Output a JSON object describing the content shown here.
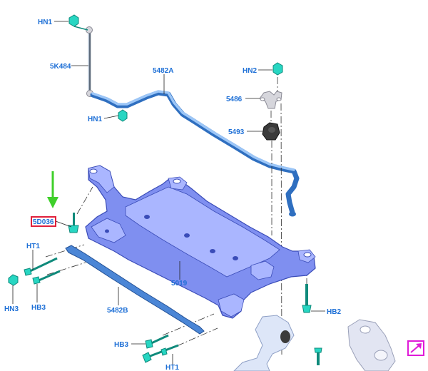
{
  "labels": {
    "hn1_top": "HN1",
    "p5k484": "5K484",
    "hn1_mid": "HN1",
    "p5482a": "5482A",
    "hn2": "HN2",
    "p5486": "5486",
    "p5493": "5493",
    "p5d036": "5D036",
    "ht1_left": "HT1",
    "hn3": "HN3",
    "hb3_left": "HB3",
    "p5019": "5019",
    "p5482b": "5482B",
    "hb2": "HB2",
    "hb3_bottom": "HB3",
    "ht1_bottom": "HT1"
  },
  "colors": {
    "label_text": "#1d6fd6",
    "highlight_box": "#e0203a",
    "arrow": "#3fcf2a",
    "corner_icon": "#e01ad8",
    "subframe": "#7f8ff0",
    "stabilizer_bar": "#2f6fc0",
    "fasteners": "#27d6c2"
  },
  "icons": {
    "highlight_arrow": "down-arrow-icon",
    "corner_link": "external-link-arrow-icon"
  }
}
